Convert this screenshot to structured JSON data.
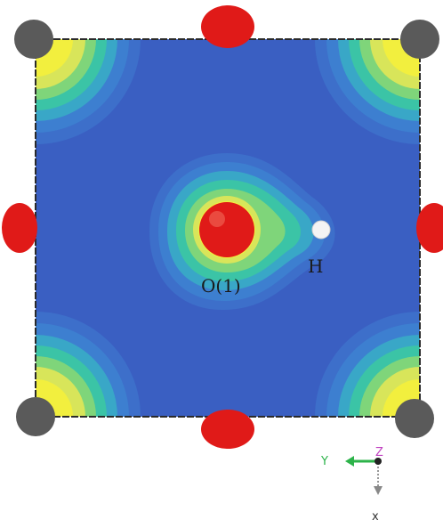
{
  "labels": {
    "oxygen": "O(1)",
    "hydrogen": "H"
  },
  "axes": {
    "y": "Y",
    "z": "Z",
    "x": "x"
  },
  "colors": {
    "background": "#3a5fc2",
    "contour_levels": [
      "#3a5fc2",
      "#3d7fd0",
      "#39a7c7",
      "#3bc4a6",
      "#7fd57a",
      "#d8e55a",
      "#f2ef3e"
    ],
    "oxygen_atom": "#e01a18",
    "corner_atom": "#5a5a5a",
    "hydrogen_atom": "#f4f4f4",
    "axis_y": "#2db34a",
    "axis_z": "#c040c0",
    "axis_x": "#333333"
  },
  "atoms": [
    {
      "element": "O",
      "label": "O(1)"
    },
    {
      "element": "H",
      "label": "H"
    }
  ]
}
